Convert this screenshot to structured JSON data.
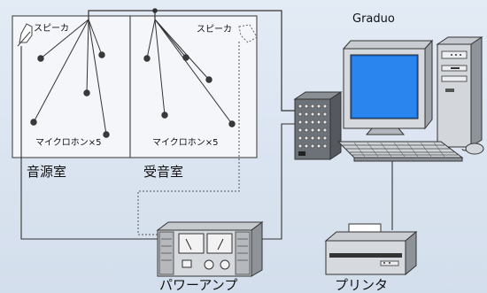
{
  "labels": {
    "speaker_left": "スピーカ",
    "speaker_right": "スピーカ",
    "mics_left": "マイクロホン×5",
    "mics_right": "マイクロホン×5",
    "room_source": "音源室",
    "room_receive": "受音室",
    "graduo": "Graduo",
    "power_amp": "パワーアンプ",
    "printer": "プリンタ"
  },
  "colors": {
    "background": "#dde6f0",
    "room_fill": "#f4f6f9",
    "line": "#333333",
    "mic": "#3a3a3a"
  }
}
